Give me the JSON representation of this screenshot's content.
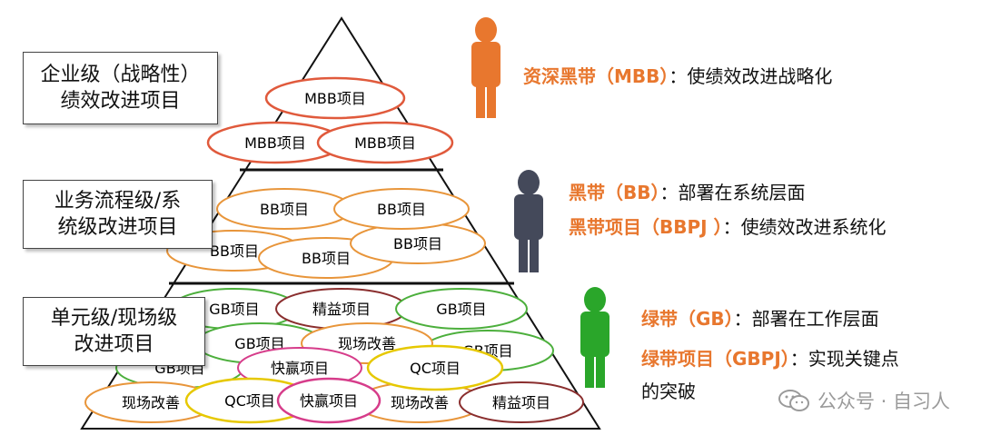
{
  "colors": {
    "mbb": "#e8772e",
    "bb": "#44495a",
    "gb": "#2aa62a",
    "accent_text": "#e8772e",
    "ellipse_red": "#e05a3c",
    "ellipse_orange": "#e8953a",
    "ellipse_green": "#4caf3c",
    "ellipse_darkred": "#8a2e2e",
    "ellipse_yellow": "#e6c800",
    "ellipse_pink": "#d63c8a"
  },
  "levels": [
    {
      "line1": "企业级（战略性）",
      "line2": "绩效改进项目"
    },
    {
      "line1": "业务流程级/系",
      "line2": "统级改进项目"
    },
    {
      "line1": "单元级/现场级",
      "line2": "改进项目"
    }
  ],
  "projects": {
    "mbb": [
      "MBB项目",
      "MBB项目",
      "MBB项目"
    ],
    "bb": [
      "BB项目",
      "BB项目",
      "BB项目",
      "BB项目",
      "BB项目"
    ],
    "gb": [
      "GB项目",
      "精益项目",
      "GB项目",
      "GB项目",
      "现场改善",
      "GB项目",
      "GB项目",
      "快赢项目",
      "QC项目",
      "现场改善",
      "QC项目",
      "快赢项目",
      "现场改善",
      "精益项目"
    ]
  },
  "roles": {
    "mbb": {
      "title": "资深黑带（MBB）",
      "sep": "：",
      "desc": "使绩效改进战略化"
    },
    "bb": {
      "title": "黑带（BB）",
      "sep": "：",
      "desc": "部署在系统层面"
    },
    "bbpj": {
      "title": "黑带项目（BBPJ ）",
      "sep": "：",
      "desc": "使绩效改进系统化"
    },
    "gb": {
      "title": "绿带（GB）",
      "sep": "：",
      "desc": "部署在工作层面"
    },
    "gbpj": {
      "title": "绿带项目（GBPJ）",
      "sep": "：",
      "desc": "实现关键点",
      "desc2": "的突破"
    }
  },
  "watermark": {
    "text": "公众号 · 自习人"
  }
}
